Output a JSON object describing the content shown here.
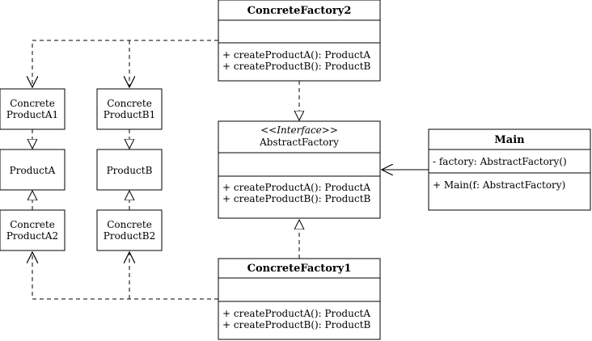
{
  "classes": {
    "concrete_factory2": {
      "name": "ConcreteFactory2",
      "fields": [],
      "methods": [
        "+ createProductA(): ProductA",
        "+ createProductB(): ProductB"
      ]
    },
    "abstract_factory": {
      "stereotype": "<<Interface>>",
      "name": "AbstractFactory",
      "fields": [],
      "methods": [
        "+ createProductA(): ProductA",
        "+ createProductB(): ProductB"
      ]
    },
    "concrete_factory1": {
      "name": "ConcreteFactory1",
      "fields": [],
      "methods": [
        "+ createProductA(): ProductA",
        "+ createProductB(): ProductB"
      ]
    },
    "main": {
      "name": "Main",
      "fields": [
        "- factory: AbstractFactory()"
      ],
      "methods": [
        "+ Main(f: AbstractFactory)"
      ]
    }
  },
  "products": {
    "concrete_product_a1": [
      "Concrete",
      "ProductA1"
    ],
    "concrete_product_b1": [
      "Concrete",
      "ProductB1"
    ],
    "product_a": [
      "ProductA"
    ],
    "product_b": [
      "ProductB"
    ],
    "concrete_product_a2": [
      "Concrete",
      "ProductA2"
    ],
    "concrete_product_b2": [
      "Concrete",
      "ProductB2"
    ]
  }
}
